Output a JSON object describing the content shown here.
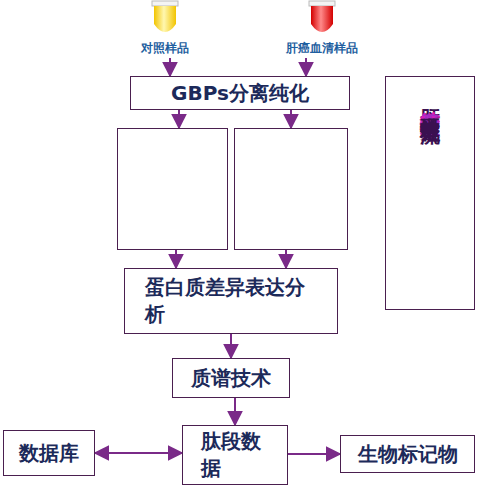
{
  "diagram": {
    "title": "肝癌糖结合蛋白质组学研究基本流程",
    "nodes": [
      {
        "text": [
          "对照样品"
        ]
      },
      {
        "text": [
          "肝癌血清样品"
        ]
      },
      {
        "text": [
          "GBPs分离纯化"
        ]
      },
      {
        "text": []
      },
      {
        "text": []
      },
      {
        "text": [
          "蛋白质差异表达分析"
        ]
      },
      {
        "text": [
          "质谱技术"
        ]
      },
      {
        "text": [
          "数据库"
        ]
      },
      {
        "text": [
          "肽段数据"
        ]
      },
      {
        "text": [
          "生物标记物"
        ]
      }
    ],
    "edges": [
      {
        "from": 0,
        "to": 2,
        "arrow": "to"
      },
      {
        "from": 1,
        "to": 2,
        "arrow": "to"
      },
      {
        "from": 2,
        "to": 3,
        "arrow": "to"
      },
      {
        "from": 2,
        "to": 4,
        "arrow": "to"
      },
      {
        "from": 3,
        "to": 5,
        "arrow": "to"
      },
      {
        "from": 4,
        "to": 5,
        "arrow": "to"
      },
      {
        "from": 5,
        "to": 6,
        "arrow": "to"
      },
      {
        "from": 6,
        "to": 8,
        "arrow": "to"
      },
      {
        "from": 8,
        "to": 7,
        "arrow": "both"
      },
      {
        "from": 8,
        "to": 9,
        "arrow": "to"
      }
    ]
  }
}
